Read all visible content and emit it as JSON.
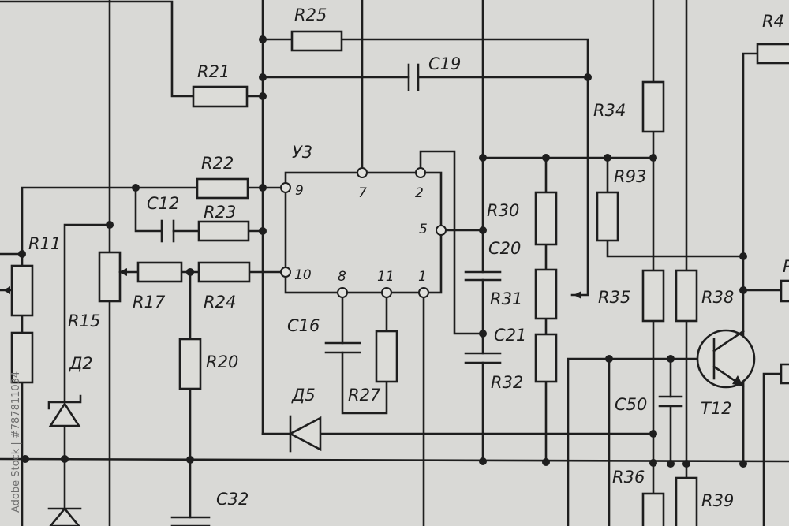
{
  "diagram": {
    "ic_label": "У3",
    "ic_pins": [
      "9",
      "7",
      "2",
      "5",
      "10",
      "8",
      "11",
      "1"
    ],
    "components": {
      "R25": "R25",
      "R21": "R21",
      "C19": "C19",
      "R34": "R34",
      "R93": "R93",
      "R22": "R22",
      "C12": "C12",
      "R23": "R23",
      "R11": "R11",
      "R15": "R15",
      "R17": "R17",
      "R24": "R24",
      "R20": "R20",
      "D2": "Д2",
      "C16": "C16",
      "R27": "R27",
      "D5": "Д5",
      "R30": "R30",
      "C20": "C20",
      "R31": "R31",
      "C21": "C21",
      "R32": "R32",
      "R35": "R35",
      "R38": "R38",
      "C50": "C50",
      "T12": "T12",
      "R36": "R36",
      "R39": "R39",
      "C32": "C32",
      "R4_partial": "R4",
      "R_right_partial": "R"
    }
  },
  "watermark": {
    "text": "Adobe Stock | #787811034"
  }
}
